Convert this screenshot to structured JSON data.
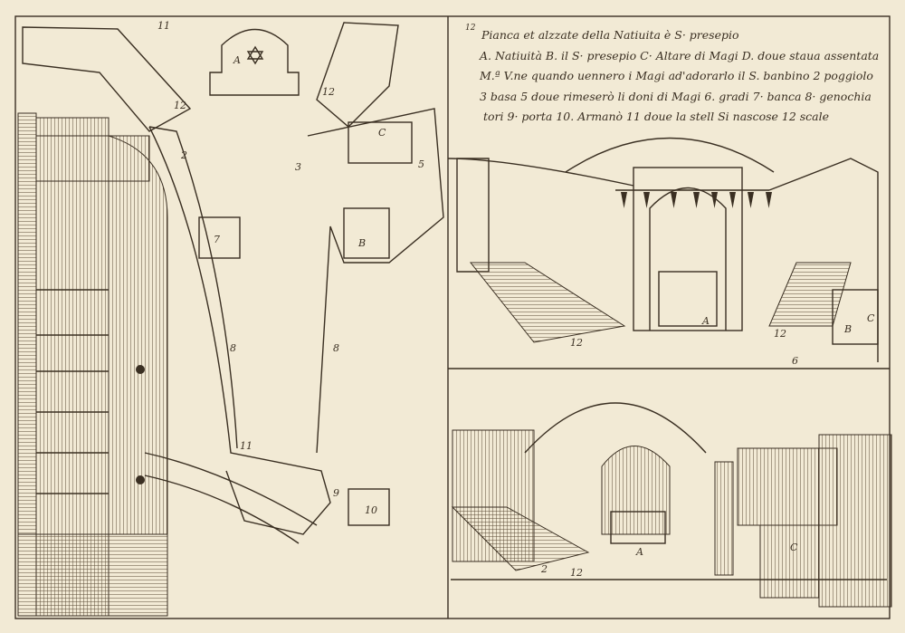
{
  "caption": {
    "plate_number": "12",
    "title": "Pianca et alzzate della Natiuita è S· presepio",
    "lines": [
      "A. Natiuità B. il S· presepio C· Altare di Magi D. doue staua assentata",
      "M.ª V.ne quando uennero i Magi ad'adorarlo il S. banbino 2 poggiolo",
      "3 basa 5 doue rimeserò li doni di Magi 6. gradi 7· banca 8· genochia",
      "tori 9· porta 10. Armanò 11 doue la stell Si nascose 12 scale"
    ]
  },
  "plan_labels": {
    "top_11": "11",
    "star_a": "A",
    "stair_left_12": "12",
    "stair_right_12": "12",
    "n2": "2",
    "n7": "7",
    "c": "C",
    "n5": "5",
    "n3": "3",
    "b": "B",
    "n8_left": "8",
    "n8_right": "8",
    "n11": "11",
    "n9": "9",
    "n10": "10"
  },
  "elevation_labels": {
    "a": "A",
    "left_12": "12",
    "right_12": "12",
    "b": "B",
    "c": "C",
    "n6": "6"
  },
  "interior_labels": {
    "a": "A",
    "n2": "2",
    "n12": "12",
    "c": "C"
  }
}
